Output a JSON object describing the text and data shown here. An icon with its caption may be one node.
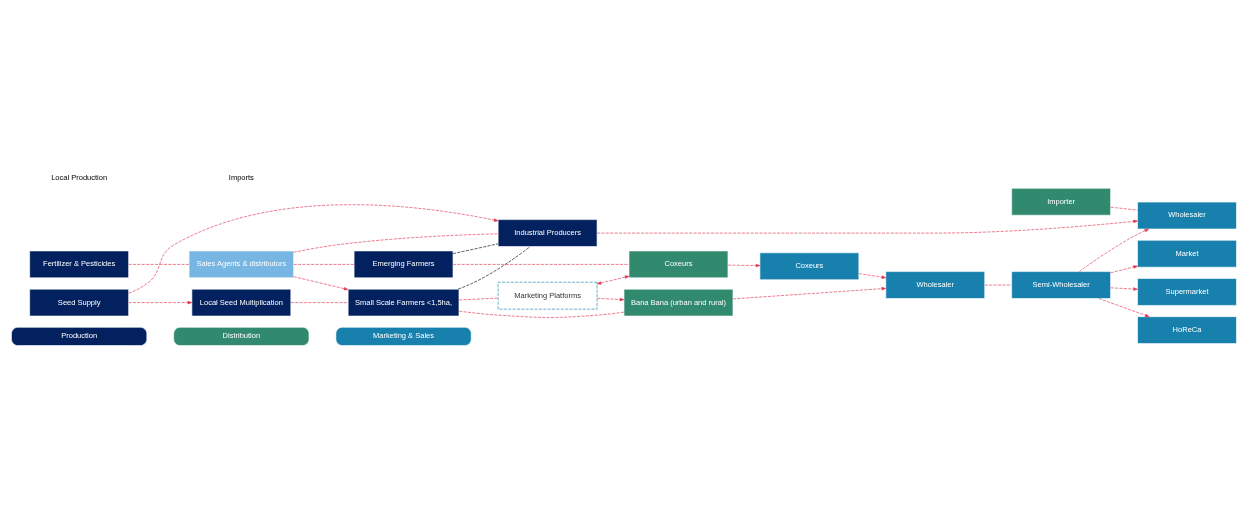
{
  "diagram": {
    "nodes": [
      {
        "text": [
          "Production"
        ]
      },
      {
        "text": [
          "Distribution"
        ]
      },
      {
        "text": [
          "Marketing & Sales"
        ]
      },
      {
        "text": [
          "Local Seed Multiplication"
        ]
      },
      {
        "text": [
          "Small Scale Farmers <1,5ha,"
        ]
      },
      {
        "text": [
          "Emerging Farmers"
        ]
      },
      {
        "text": [
          "Industrial Producers"
        ]
      },
      {
        "text": [
          "Marketing Platforms"
        ]
      },
      {
        "text": [
          "Coxeurs"
        ]
      },
      {
        "text": [
          "Bana Bana (urban and rural)"
        ]
      },
      {
        "text": [
          "Wholesaler"
        ]
      },
      {
        "text": [
          "Semi-Wholesaler"
        ]
      },
      {
        "text": [
          "Market"
        ]
      },
      {
        "text": [
          "Coxeurs"
        ]
      },
      {
        "text": [
          "Supermarket"
        ]
      },
      {
        "text": [
          "HoReCa"
        ]
      },
      {
        "text": [
          "Sales Agents & distributors"
        ]
      },
      {
        "text": [
          "Seed Supply"
        ]
      },
      {
        "text": [
          "Fertilizer & Pesticides"
        ]
      },
      {
        "text": [
          "Importer"
        ]
      },
      {
        "text": [
          "Wholesaler"
        ]
      }
    ],
    "edges": [
      {
        "from": 3,
        "to": 4,
        "arrow": "none",
        "style": "dashed"
      },
      {
        "from": 18,
        "to": 16,
        "arrow": "none",
        "style": "dashed"
      },
      {
        "from": 16,
        "to": 4,
        "arrow": "to",
        "style": "dashed"
      },
      {
        "from": 16,
        "to": 5,
        "arrow": "none",
        "style": "dashed"
      },
      {
        "from": 16,
        "to": 6,
        "arrow": "none",
        "style": "dashed"
      },
      {
        "from": 17,
        "to": 3,
        "arrow": "to",
        "style": "dashed"
      },
      {
        "from": 17,
        "to": 6,
        "arrow": "to",
        "style": "dashed"
      },
      {
        "from": 4,
        "to": 6,
        "arrow": "none",
        "style": "dashed",
        "color": "#000000"
      },
      {
        "from": 5,
        "to": 6,
        "arrow": "none",
        "style": "dashed",
        "color": "#000000"
      },
      {
        "from": 4,
        "to": 7,
        "arrow": "none",
        "style": "dashed"
      },
      {
        "from": 4,
        "to": 9,
        "arrow": "none",
        "style": "dashed"
      },
      {
        "from": 5,
        "to": 8,
        "arrow": "none",
        "style": "dashed"
      },
      {
        "from": 7,
        "to": 8,
        "arrow": "both",
        "style": "dashed"
      },
      {
        "from": 7,
        "to": 9,
        "arrow": "to",
        "style": "dashed"
      },
      {
        "from": 8,
        "to": 13,
        "arrow": "to",
        "style": "dashed"
      },
      {
        "from": 9,
        "to": 10,
        "arrow": "to",
        "style": "dashed"
      },
      {
        "from": 13,
        "to": 10,
        "arrow": "to",
        "style": "dashed"
      },
      {
        "from": 10,
        "to": 11,
        "arrow": "none",
        "style": "dashed"
      },
      {
        "from": 11,
        "to": 12,
        "arrow": "to",
        "style": "dashed"
      },
      {
        "from": 11,
        "to": 14,
        "arrow": "to",
        "style": "dashed"
      },
      {
        "from": 11,
        "to": 15,
        "arrow": "to",
        "style": "dashed"
      },
      {
        "from": 6,
        "to": 20,
        "arrow": "to",
        "style": "dashed"
      },
      {
        "from": 19,
        "to": 20,
        "arrow": "none",
        "style": "dashed"
      },
      {
        "from": 11,
        "to": 20,
        "arrow": "to",
        "style": "dashed"
      }
    ],
    "labels": [
      "Local Production",
      "Imports"
    ]
  }
}
